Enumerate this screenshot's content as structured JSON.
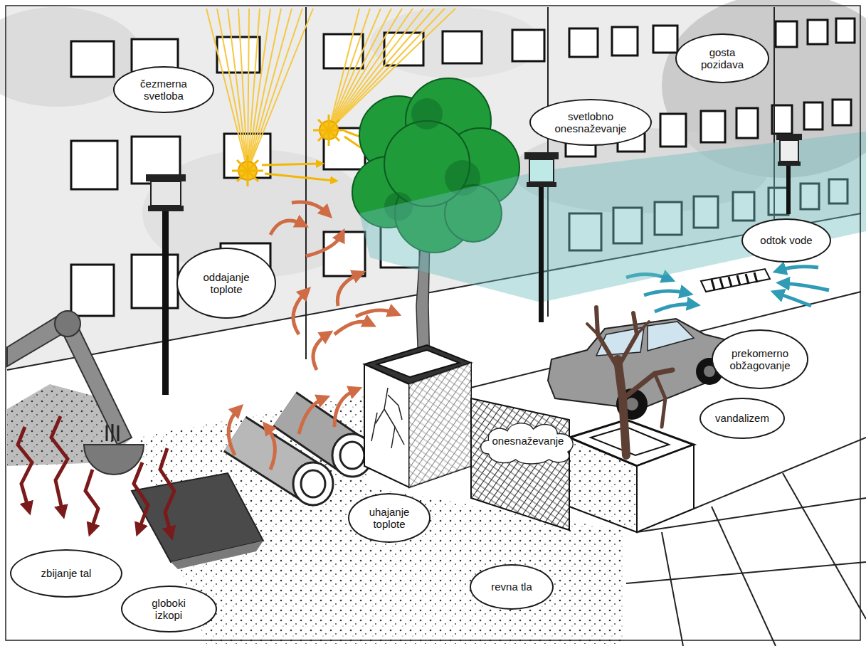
{
  "diagram": {
    "nodes": [
      {
        "text": [
          "gosta pozidava"
        ]
      },
      {
        "text": [
          "čezmerna svetloba"
        ]
      },
      {
        "text": [
          "svetlobno onesnaževanje"
        ]
      },
      {
        "text": [
          "odtok vode"
        ]
      },
      {
        "text": [
          "oddajanje toplote"
        ]
      },
      {
        "text": [
          "prekomerno obžagovanje"
        ]
      },
      {
        "text": [
          "vandalizem"
        ]
      },
      {
        "text": [
          "onesnaževanje"
        ]
      },
      {
        "text": [
          "uhajanje toplote"
        ]
      },
      {
        "text": [
          "zbijanje tal"
        ]
      },
      {
        "text": [
          "revna tla"
        ]
      },
      {
        "text": [
          "globoki izkopi"
        ]
      }
    ]
  }
}
